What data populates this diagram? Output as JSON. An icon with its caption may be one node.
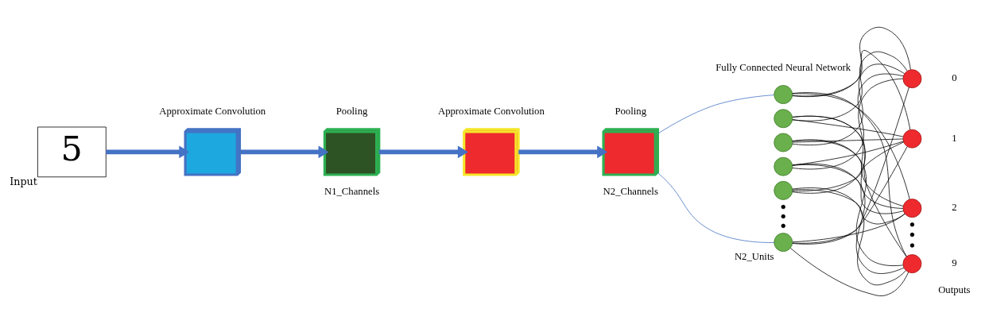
{
  "diagram": {
    "nodes": [
      {
        "text": [
          "5"
        ],
        "beside": [
          "Input"
        ]
      },
      {
        "text": [],
        "shape": "box"
      },
      {
        "text": [],
        "shape": "box"
      },
      {
        "text": [],
        "shape": "box"
      },
      {
        "text": [],
        "shape": "box"
      },
      {
        "text": [],
        "shape": "circle"
      },
      {
        "text": [],
        "shape": "circle"
      },
      {
        "text": [],
        "shape": "circle"
      },
      {
        "text": [],
        "shape": "circle"
      },
      {
        "text": [],
        "shape": "circle"
      },
      {
        "text": [],
        "shape": "circle",
        "beside": [
          "N2_Units"
        ]
      },
      {
        "text": [],
        "shape": "circle",
        "beside": [
          "0"
        ]
      },
      {
        "text": [],
        "shape": "circle",
        "beside": [
          "1"
        ]
      },
      {
        "text": [],
        "shape": "circle",
        "beside": [
          "2"
        ]
      },
      {
        "text": [],
        "shape": "circle",
        "beside": [
          "9"
        ]
      }
    ],
    "edges": [
      {
        "from": 0,
        "to": 1,
        "arrow": "to",
        "style": "thick",
        "color": "#4472c4"
      },
      {
        "from": 1,
        "to": 2,
        "arrow": "to",
        "style": "thick",
        "color": "#4472c4"
      },
      {
        "from": 2,
        "to": 3,
        "arrow": "to",
        "style": "thick",
        "color": "#4472c4"
      },
      {
        "from": 3,
        "to": 4,
        "arrow": "to",
        "style": "thick",
        "color": "#4472c4"
      },
      {
        "from": 4,
        "to": 5,
        "arrow": "none",
        "color": "#4472c4"
      },
      {
        "from": 4,
        "to": 10,
        "arrow": "none",
        "color": "#4472c4"
      },
      {
        "from": 5,
        "to": 11,
        "arrow": "none"
      },
      {
        "from": 5,
        "to": 12,
        "arrow": "none"
      },
      {
        "from": 5,
        "to": 13,
        "arrow": "none"
      },
      {
        "from": 5,
        "to": 14,
        "arrow": "none"
      },
      {
        "from": 6,
        "to": 11,
        "arrow": "none"
      },
      {
        "from": 6,
        "to": 12,
        "arrow": "none"
      },
      {
        "from": 6,
        "to": 13,
        "arrow": "none"
      },
      {
        "from": 6,
        "to": 14,
        "arrow": "none"
      },
      {
        "from": 7,
        "to": 11,
        "arrow": "none"
      },
      {
        "from": 7,
        "to": 12,
        "arrow": "none"
      },
      {
        "from": 7,
        "to": 13,
        "arrow": "none"
      },
      {
        "from": 7,
        "to": 14,
        "arrow": "none"
      },
      {
        "from": 8,
        "to": 11,
        "arrow": "none"
      },
      {
        "from": 8,
        "to": 12,
        "arrow": "none"
      },
      {
        "from": 8,
        "to": 13,
        "arrow": "none"
      },
      {
        "from": 8,
        "to": 14,
        "arrow": "none"
      },
      {
        "from": 9,
        "to": 11,
        "arrow": "none"
      },
      {
        "from": 9,
        "to": 12,
        "arrow": "none"
      },
      {
        "from": 9,
        "to": 13,
        "arrow": "none"
      },
      {
        "from": 9,
        "to": 14,
        "arrow": "none"
      },
      {
        "from": 10,
        "to": 11,
        "arrow": "none"
      },
      {
        "from": 10,
        "to": 12,
        "arrow": "none"
      },
      {
        "from": 10,
        "to": 13,
        "arrow": "none"
      },
      {
        "from": 10,
        "to": 14,
        "arrow": "none"
      }
    ],
    "labels": [
      "Approximate Convolution",
      "Pooling",
      "Approximate Convolution",
      "Pooling",
      "Fully Connected Neural Network",
      "N1_Channels",
      "N2_Channels",
      "Outputs"
    ]
  }
}
